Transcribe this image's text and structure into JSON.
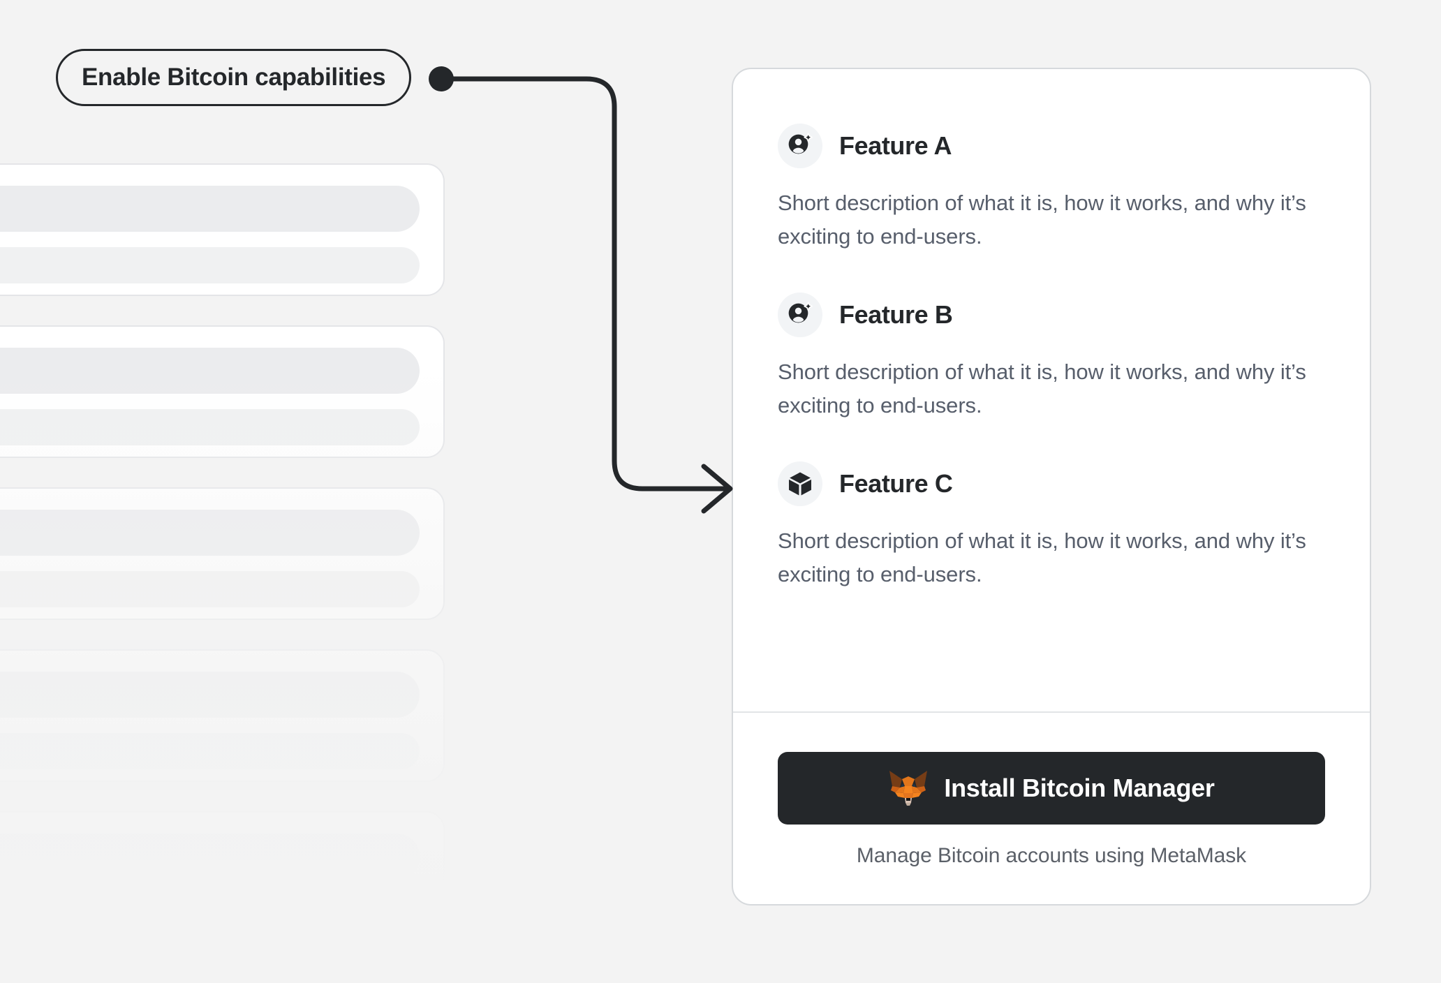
{
  "background_color": "#F3F3F3",
  "callout": {
    "label": "Enable Bitcoin capabilities",
    "border_color": "#24272A",
    "dot_color": "#24272A"
  },
  "connector": {
    "type": "elbow-arrow",
    "stroke_color": "#24272A",
    "description": "line from callout dot going right, down, then right into the feature card"
  },
  "skeleton": {
    "card_count": 5,
    "card_background": "#FFFFFF",
    "bar_color": "#EBECEE"
  },
  "card": {
    "background": "#FFFFFF",
    "border_color": "#D6D9DC",
    "features": [
      {
        "icon": "add-user-icon",
        "title": "Feature A",
        "description": "Short description of what it is, how it works, and why it’s exciting to end-users."
      },
      {
        "icon": "add-user-icon",
        "title": "Feature B",
        "description": "Short description of what it is, how it works, and why it’s exciting to end-users."
      },
      {
        "icon": "cube-icon",
        "title": "Feature C",
        "description": "Short description of what it is, how it works, and why it’s exciting to end-users."
      }
    ],
    "footer": {
      "install_button_label": "Install Bitcoin Manager",
      "install_button_icon": "metamask-fox-icon",
      "install_button_color": "#24272A",
      "caption": "Manage Bitcoin accounts using MetaMask"
    }
  }
}
